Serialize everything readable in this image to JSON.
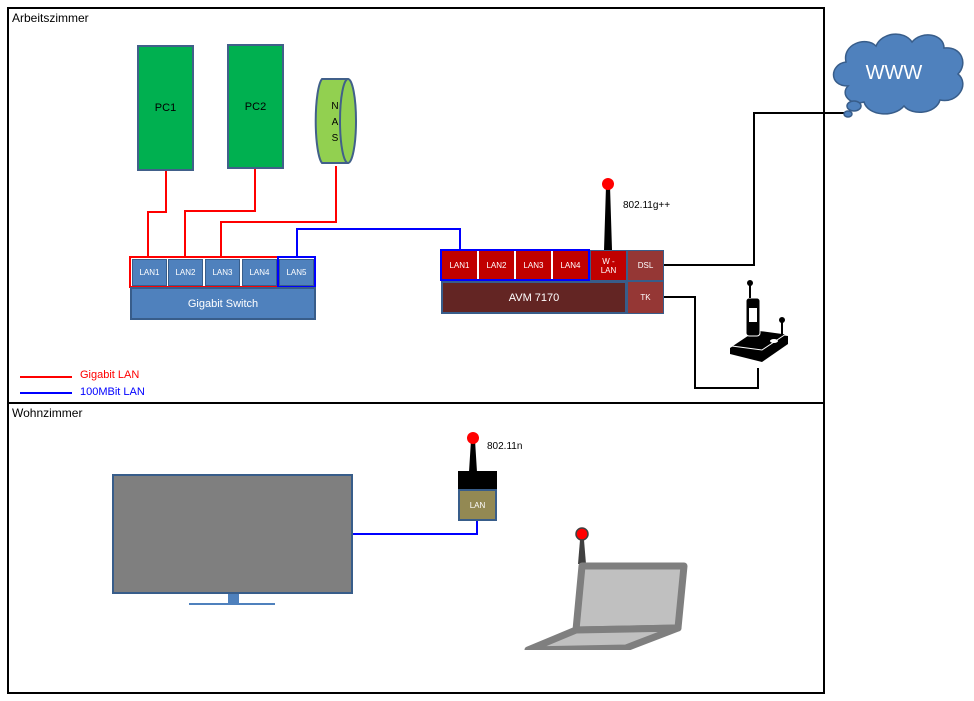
{
  "rooms": {
    "top": {
      "label": "Arbeitszimmer"
    },
    "bottom": {
      "label": "Wohnzimmer"
    }
  },
  "devices": {
    "pc1": {
      "label": "PC1"
    },
    "pc2": {
      "label": "PC2"
    },
    "nas": {
      "label_lines": [
        "N",
        "A",
        "S"
      ]
    },
    "switch": {
      "label": "Gigabit Switch",
      "ports": [
        "LAN1",
        "LAN2",
        "LAN3",
        "LAN4",
        "LAN5"
      ]
    },
    "router": {
      "label": "AVM 7170",
      "ports": [
        "LAN1",
        "LAN2",
        "LAN3",
        "LAN4"
      ],
      "wlan_label_1": "W -",
      "wlan_label_2": "LAN",
      "dsl_label": "DSL",
      "tk_label": "TK",
      "wifi_standard": "802.11g++"
    },
    "cloud": {
      "label": "WWW"
    },
    "repeater": {
      "port_label": "LAN",
      "wifi_standard": "802.11n"
    }
  },
  "legend": [
    {
      "label": "Gigabit LAN",
      "color": "#ff0000"
    },
    {
      "label": "100MBit LAN",
      "color": "#0000ff"
    }
  ],
  "colors": {
    "gigabit": "#ff0000",
    "fast": "#0000ff",
    "phone": "#000000"
  }
}
